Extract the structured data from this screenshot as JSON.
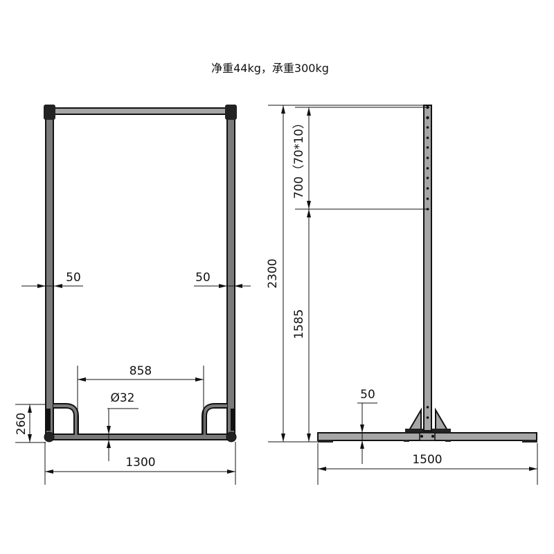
{
  "title": "净重44kg，承重300kg",
  "colors": {
    "line": "#111111",
    "tube_front": "#7a7a7a",
    "tube_side": "#a6a6a6",
    "background": "#ffffff"
  },
  "front_view": {
    "dimensions": {
      "left_post_width": "50",
      "right_post_width": "50",
      "inner_feet_span": "858",
      "tube_diameter": "Ø32",
      "foot_height": "260",
      "overall_width": "1300"
    }
  },
  "side_view": {
    "dimensions": {
      "overall_height": "2300",
      "adjustable_range": "700（70*10）",
      "lowest_bar_height": "1585",
      "base_thickness": "50",
      "base_length": "1500"
    },
    "adjustment_holes": 11
  }
}
